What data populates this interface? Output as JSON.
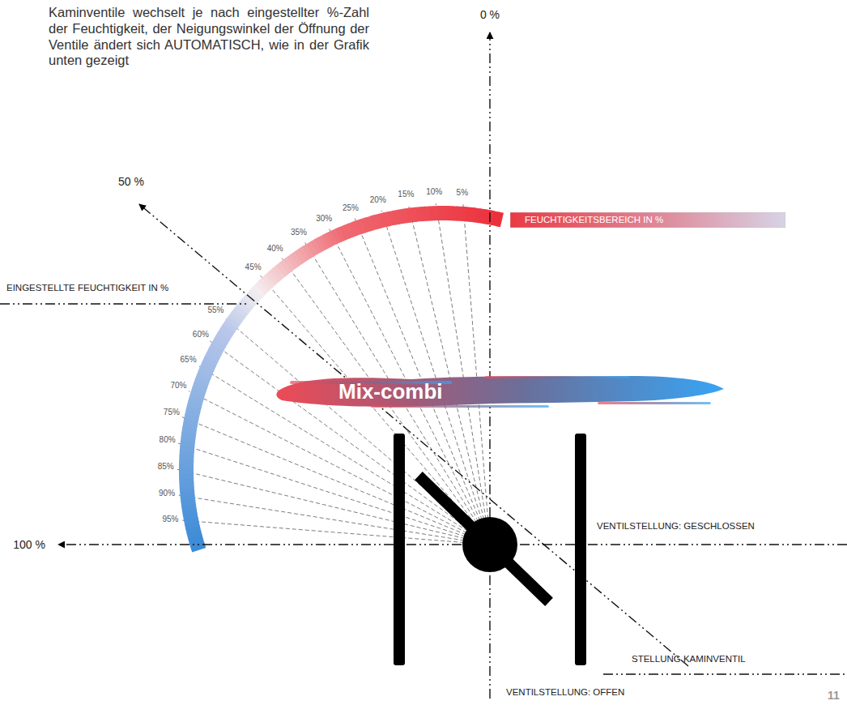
{
  "diagram": {
    "nodes": [
      {
        "text": [
          "FEUCHTIGKEITSBEREICH IN %"
        ]
      },
      {
        "text": [
          "Mix-combi"
        ]
      }
    ],
    "labels": [
      "Kaminventile wechselt je nach eingestellter %-Zahl der Feuchtigkeit, der Neigungswinkel der Öffnung der Ventile ändert sich AUTOMATISCH, wie in der Grafik unten gezeigt",
      "0 %",
      "50 %",
      "100 %",
      "EINGESTELLTE FEUCHTIGKEIT IN %",
      "5%",
      "10%",
      "15%",
      "20%",
      "25%",
      "30%",
      "35%",
      "40%",
      "45%",
      "55%",
      "60%",
      "65%",
      "70%",
      "75%",
      "80%",
      "85%",
      "90%",
      "95%",
      "VENTILSTELLUNG: GESCHLOSSEN",
      "STELLUNG KAMINVENTIL",
      "VENTILSTELLUNG: OFFEN",
      "11"
    ]
  }
}
